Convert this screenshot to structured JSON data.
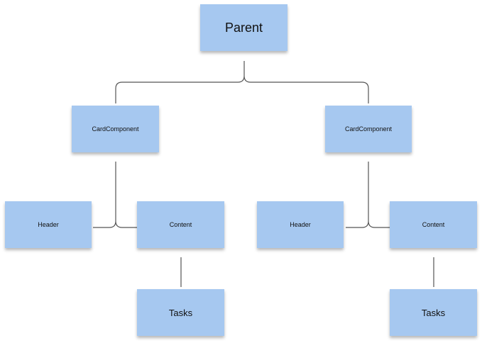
{
  "diagram": {
    "line_color": "#555555",
    "note_color": "#a6c8f0",
    "nodes": {
      "parent": "Parent",
      "left_card": "CardComponent",
      "right_card": "CardComponent",
      "left_header": "Header",
      "left_content": "Content",
      "right_header": "Header",
      "right_content": "Content",
      "left_tasks": "Tasks",
      "right_tasks": "Tasks"
    }
  }
}
